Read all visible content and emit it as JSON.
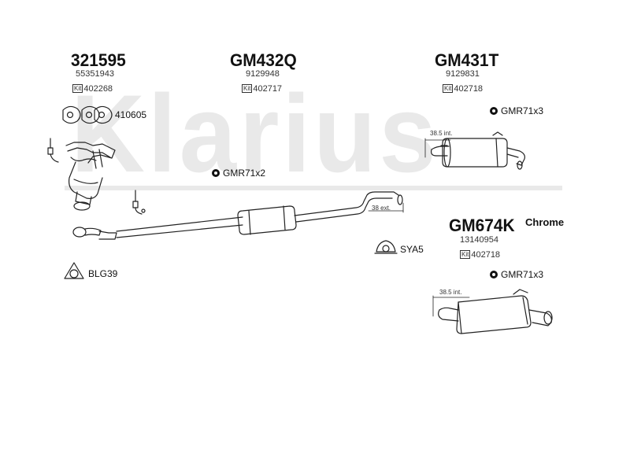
{
  "watermark": "Klarius",
  "parts": {
    "p321595": {
      "code": "321595",
      "oe": "55351943",
      "kit_tag": "Kit",
      "kit": "402268"
    },
    "gm432q": {
      "code": "GM432Q",
      "oe": "9129948",
      "kit_tag": "Kit",
      "kit": "402717"
    },
    "gm431t": {
      "code": "GM431T",
      "oe": "9129831",
      "kit_tag": "Kit",
      "kit": "402718"
    },
    "gm674k": {
      "code": "GM674K",
      "oe": "13140954",
      "kit_tag": "Kit",
      "kit": "402718",
      "finish": "Chrome"
    }
  },
  "hardware": {
    "gasket": "410605",
    "clamp_mid": "GMR71x2",
    "clamp_rear_top": "GMR71x3",
    "clamp_rear_bottom": "GMR71x3",
    "hanger": "SYA5",
    "flange_gasket": "BLG39"
  },
  "dimensions": {
    "int_top": "38.5 int.",
    "ext_mid": "38 ext.",
    "int_bottom": "38.5 int."
  },
  "icons": [
    "gasket-icon",
    "clamp-icon",
    "hanger-icon",
    "flange-gasket-icon",
    "catalytic-converter-icon",
    "oxygen-sensor-icon",
    "silencer-icon"
  ]
}
